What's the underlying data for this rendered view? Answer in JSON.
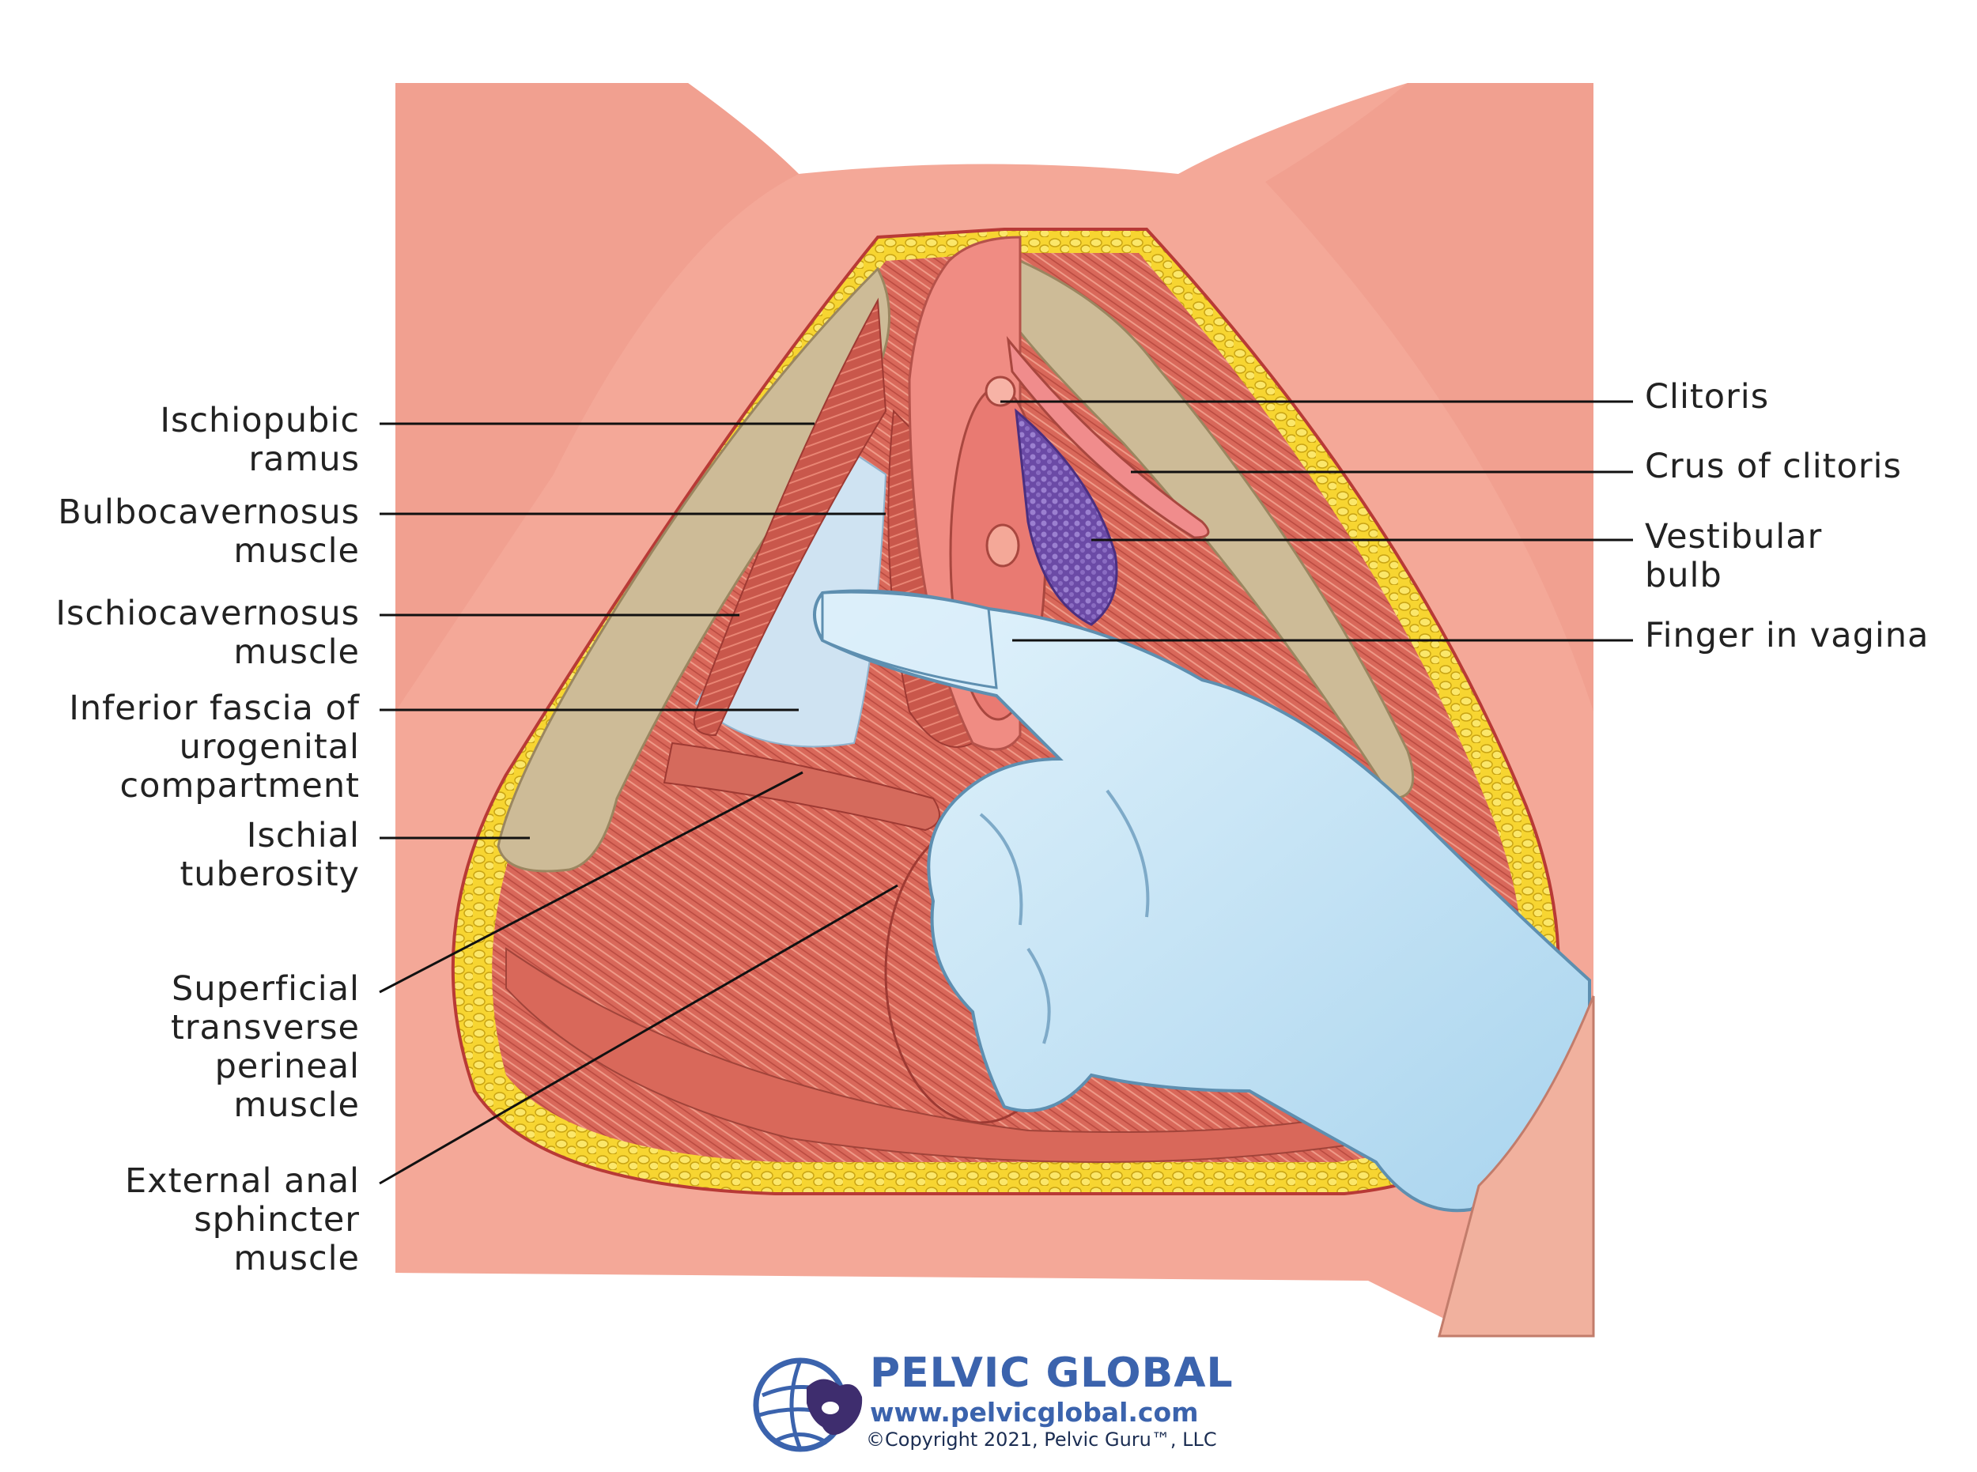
{
  "labels": {
    "ischiopubic_ramus": [
      "Ischiopubic",
      "ramus"
    ],
    "bulbocavernosus": [
      "Bulbocavernosus",
      "muscle"
    ],
    "ischiocavernosus": [
      "Ischiocavernosus",
      "muscle"
    ],
    "inferior_fascia": [
      "Inferior fascia of",
      "urogenital",
      "compartment"
    ],
    "ischial_tuberosity": [
      "Ischial",
      "tuberosity"
    ],
    "superficial_transverse": [
      "Superficial",
      "transverse",
      "perineal",
      "muscle"
    ],
    "external_anal": [
      "External anal",
      "sphincter",
      "muscle"
    ],
    "clitoris": [
      "Clitoris"
    ],
    "crus_of_clitoris": [
      "Crus of clitoris"
    ],
    "vestibular_bulb": [
      "Vestibular",
      "bulb"
    ],
    "finger_in_vagina": [
      "Finger in vagina"
    ]
  },
  "brand": {
    "name": "PELVIC GLOBAL",
    "url": "www.pelvicglobal.com",
    "copyright": "©Copyright 2021, Pelvic Guru™, LLC"
  },
  "colors": {
    "skin": "#f4a898",
    "skin_dark": "#e58a7c",
    "fat": "#f7d531",
    "bone": "#cdbb97",
    "muscle": "#d9685a",
    "fascia": "#cfe3f2",
    "glove": "#bfe2f5",
    "bulb": "#6b4aa6",
    "brand": "#3b63ad"
  }
}
